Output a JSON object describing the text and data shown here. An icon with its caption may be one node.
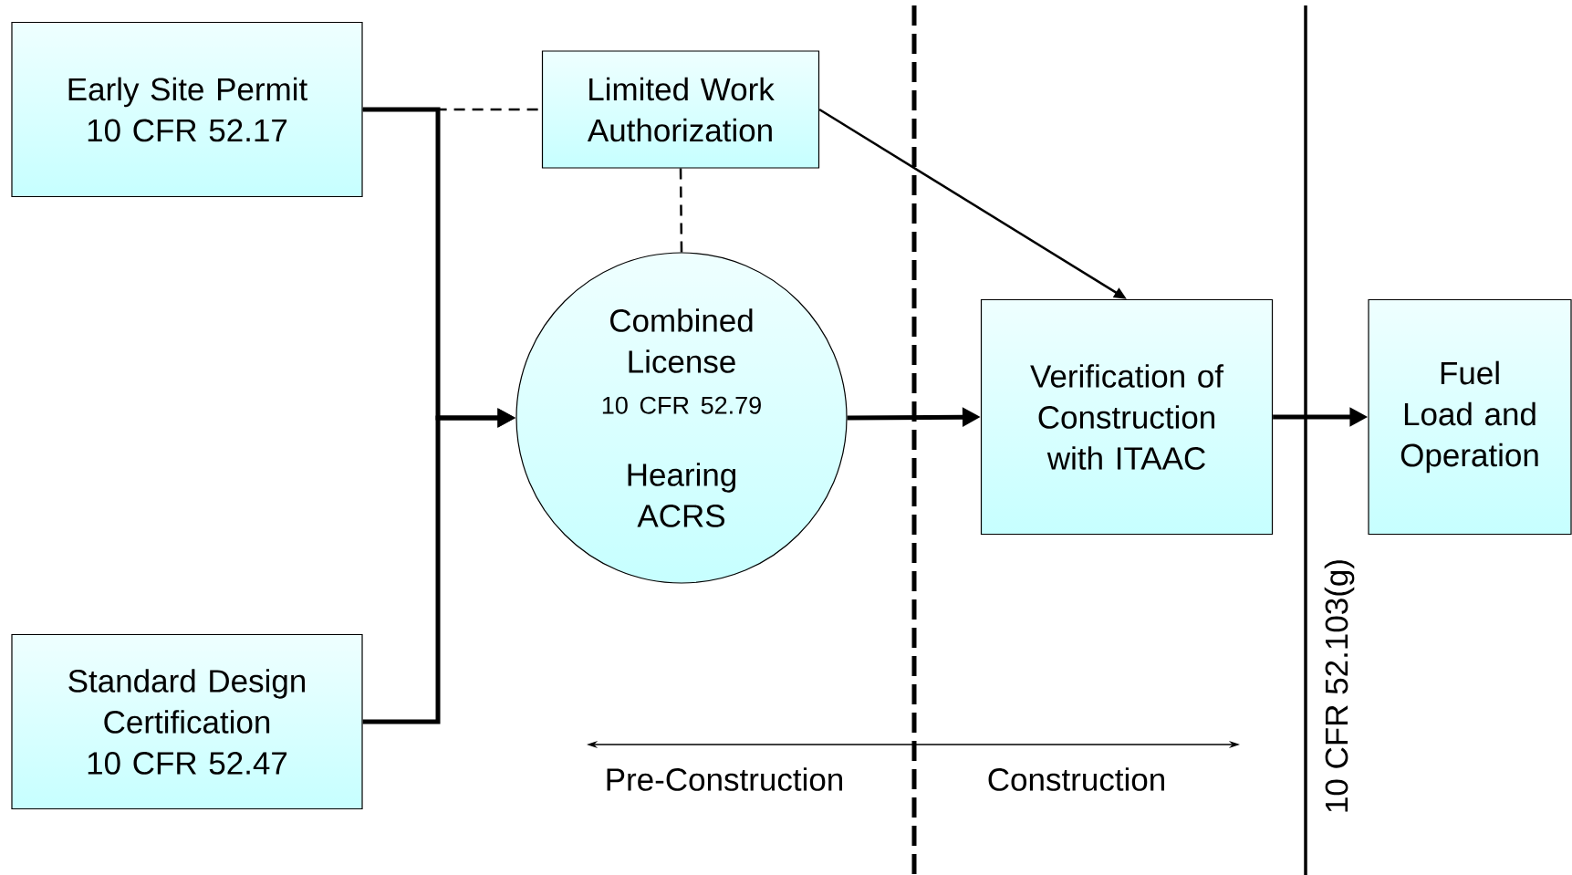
{
  "diagram": {
    "nodes": [
      {
        "text": [
          "Early Site Permit",
          "10 CFR 52.17"
        ]
      },
      {
        "text": [
          "Standard Design Certification",
          "10 CFR 52.47"
        ]
      },
      {
        "text": [
          "Limited Work Authorization"
        ]
      },
      {
        "text": [
          "Combined License",
          "10 CFR 52.79",
          "Hearing ACRS"
        ]
      },
      {
        "text": [
          "Verification of Construction with ITAAC"
        ]
      },
      {
        "text": [
          "Fuel Load and Operation"
        ]
      }
    ],
    "edges": [
      {
        "from": 0,
        "to": 2,
        "arrow": "none",
        "style": "dashed"
      },
      {
        "from": 2,
        "to": 3,
        "arrow": "none",
        "style": "dashed"
      },
      {
        "from": 0,
        "to": 3,
        "arrow": "to"
      },
      {
        "from": 1,
        "to": 3,
        "arrow": "to"
      },
      {
        "from": 2,
        "to": 4,
        "arrow": "to"
      },
      {
        "from": 3,
        "to": 4,
        "arrow": "to"
      },
      {
        "from": 4,
        "to": 5,
        "arrow": "to"
      }
    ],
    "labels": [
      "10 CFR 52.103(g)",
      "Pre-Construction",
      "Construction"
    ]
  }
}
